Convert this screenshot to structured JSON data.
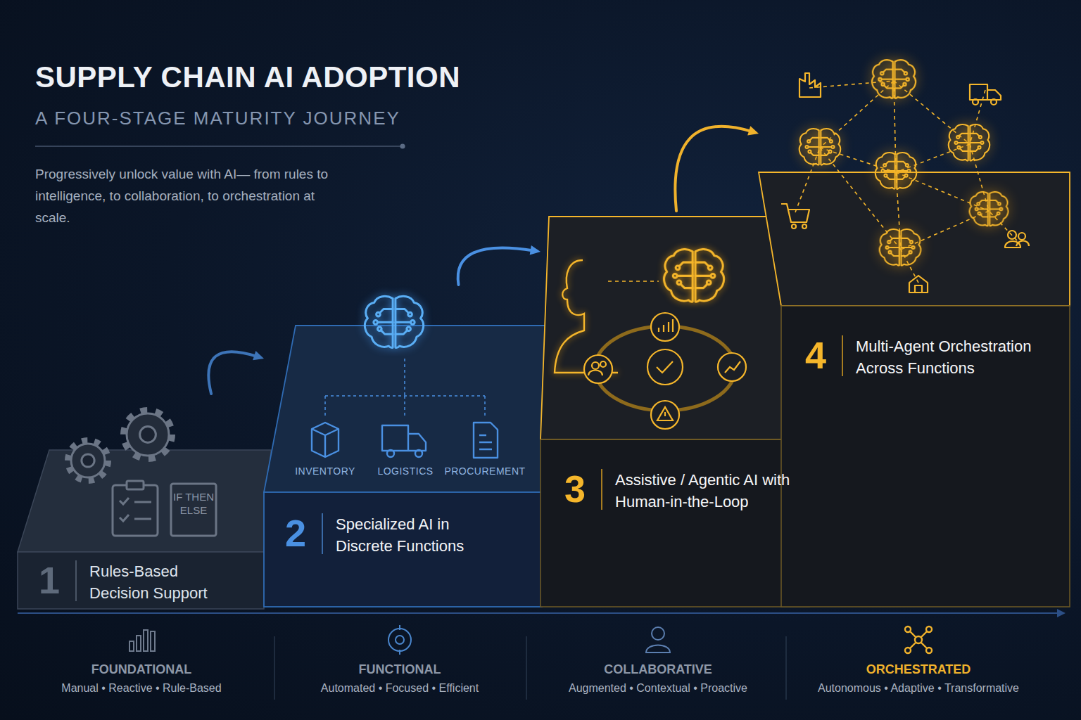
{
  "diagram": {
    "title": "SUPPLY CHAIN AI ADOPTION",
    "nodes": [
      {
        "text": [
          "1",
          "Rules-Based Decision Support"
        ]
      },
      {
        "text": [
          "2",
          "Specialized AI in Discrete Functions"
        ]
      },
      {
        "text": [
          "3",
          "Assistive / Agentic AI with Human-in-the-Loop"
        ]
      },
      {
        "text": [
          "4",
          "Multi-Agent Orchestration Across Functions"
        ]
      }
    ],
    "edges": [
      {
        "from": 0,
        "to": 1,
        "arrow": "to"
      },
      {
        "from": 1,
        "to": 2,
        "arrow": "to"
      },
      {
        "from": 2,
        "to": 3,
        "arrow": "to"
      }
    ],
    "labels": [
      "A FOUR-STAGE MATURITY JOURNEY",
      "Progressively unlock value with AI— from rules to intelligence, to collaboration, to orchestration at scale.",
      "IF THEN ELSE",
      "INVENTORY",
      "LOGISTICS",
      "PROCUREMENT",
      "FOUNDATIONAL",
      "Manual • Reactive • Rule-Based",
      "FUNCTIONAL",
      "Automated • Focused • Efficient",
      "COLLABORATIVE",
      "Augmented • Contextual • Proactive",
      "ORCHESTRATED",
      "Autonomous • Adaptive • Transformative"
    ]
  }
}
